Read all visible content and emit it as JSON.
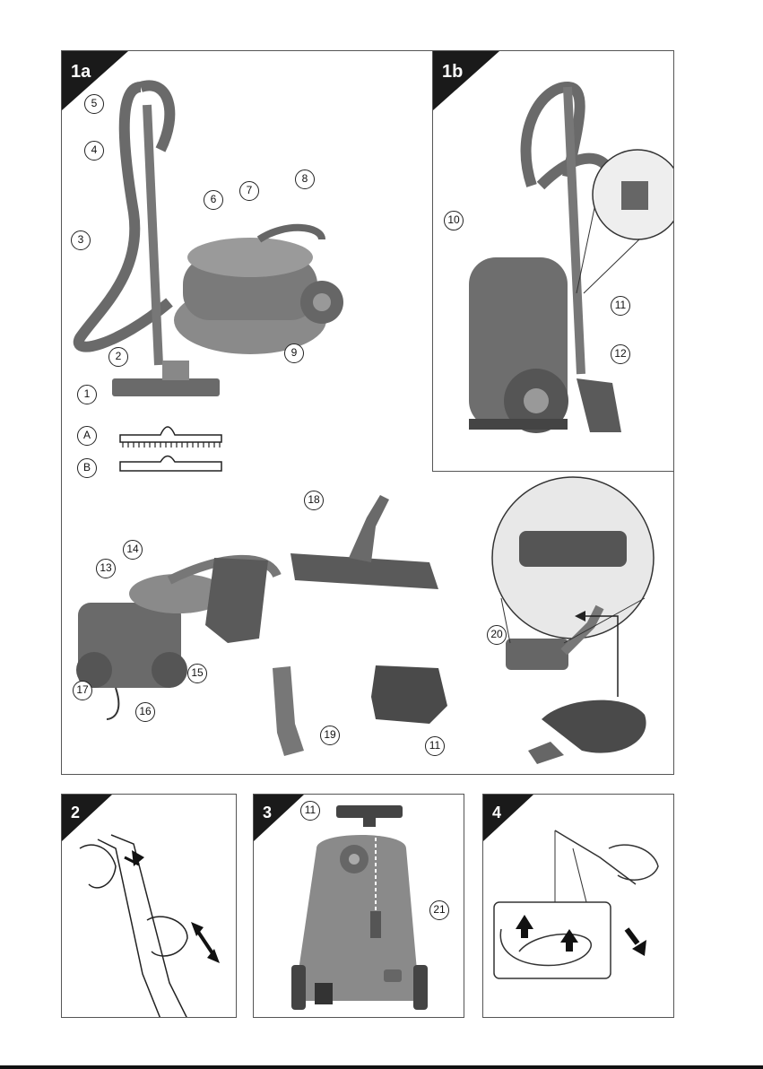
{
  "panels": {
    "p1a": {
      "tag": "1a"
    },
    "p1b": {
      "tag": "1b"
    },
    "p2": {
      "tag": "2"
    },
    "p3": {
      "tag": "3"
    },
    "p4": {
      "tag": "4"
    }
  },
  "callouts": {
    "c1": "1",
    "c2": "2",
    "c3": "3",
    "c4": "4",
    "c5": "5",
    "c6": "6",
    "c7": "7",
    "c8": "8",
    "c9": "9",
    "c10": "10",
    "c11": "11",
    "c12": "12",
    "c13": "13",
    "c14": "14",
    "c15": "15",
    "c16": "16",
    "c17": "17",
    "c18": "18",
    "c19": "19",
    "c20": "20",
    "c21": "21"
  },
  "brush_positions": {
    "a": "A",
    "b": "B"
  }
}
